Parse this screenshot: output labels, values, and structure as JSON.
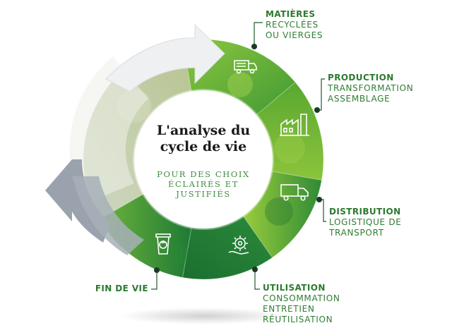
{
  "diagram": {
    "center": {
      "title_lines": [
        "L'analyse du",
        "cycle de vie"
      ],
      "subtitle_lines": [
        "POUR DES CHOIX",
        "ÉCLAIRÉS ET",
        "JUSTIFIÉS"
      ]
    },
    "stages": [
      {
        "id": "matieres",
        "title": "MATIÈRES",
        "lines": [
          "RECYCLÉES",
          "OU VIERGES"
        ],
        "icon": "garbage-truck-icon"
      },
      {
        "id": "production",
        "title": "PRODUCTION",
        "lines": [
          "TRANSFORMATION",
          "ASSEMBLAGE"
        ],
        "icon": "factory-icon"
      },
      {
        "id": "distribution",
        "title": "DISTRIBUTION",
        "lines": [
          "LOGISTIQUE DE",
          "TRANSPORT"
        ],
        "icon": "delivery-truck-icon"
      },
      {
        "id": "utilisation",
        "title": "UTILISATION",
        "lines": [
          "CONSOMMATION",
          "ENTRETIEN",
          "RÉUTILISATION"
        ],
        "icon": "gear-hand-icon"
      },
      {
        "id": "fin-de-vie",
        "title": "FIN DE VIE",
        "lines": [],
        "icon": "recycling-bin-icon"
      }
    ],
    "colors": {
      "green_light": "#a5cf3f",
      "green_mid": "#5fa82e",
      "green_dark": "#1f7a34",
      "label_green": "#2e7d32",
      "arrow_gray": "#9aa3ad",
      "arrow_light": "#e9ecef"
    }
  }
}
